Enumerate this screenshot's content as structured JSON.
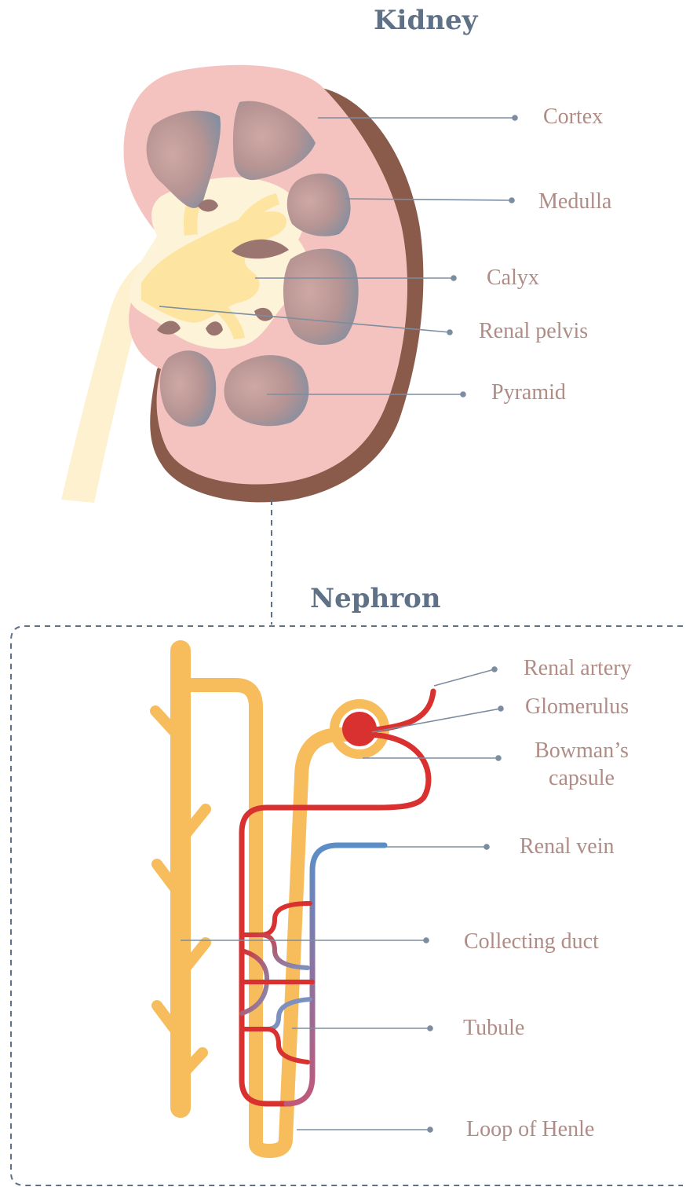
{
  "kidney": {
    "title": "Kidney",
    "labels": {
      "cortex": "Cortex",
      "medulla": "Medulla",
      "calyx": "Calyx",
      "renal_pelvis": "Renal pelvis",
      "pyramid": "Pyramid"
    }
  },
  "nephron": {
    "title": "Nephron",
    "labels": {
      "renal_artery": "Renal artery",
      "glomerulus": "Glomerulus",
      "bowmans_line1": "Bowman’s",
      "bowmans_line2": "capsule",
      "renal_vein": "Renal vein",
      "collecting_duct": "Collecting duct",
      "tubule": "Tubule",
      "loop_of_henle": "Loop of Henle"
    }
  },
  "colors": {
    "title": "#5f7186",
    "label_text": "#b08c86",
    "leader_line": "#7d8da0",
    "cortex": "#f5c3bf",
    "capsule_edge": "#8a5a4a",
    "pelvis": "#fde7a0",
    "tubule": "#f7bd5c",
    "artery": "#d93030",
    "vein": "#5b8ec7"
  }
}
